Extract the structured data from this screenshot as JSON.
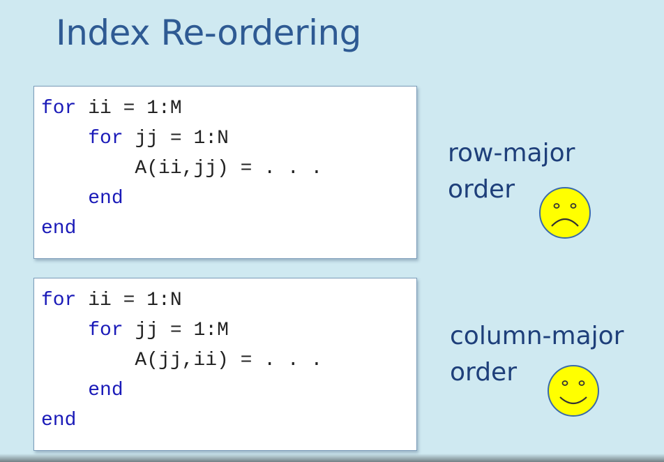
{
  "slide": {
    "title": "Index Re-ordering",
    "blocks": [
      {
        "lines": [
          {
            "indent": "",
            "kw": "for",
            "text": " ii = 1:M"
          },
          {
            "indent": "    ",
            "kw": "for",
            "text": " jj = 1:N"
          },
          {
            "indent": "        ",
            "kw": "",
            "text": "A(ii,jj) = . . ."
          },
          {
            "indent": "    ",
            "kw": "end",
            "text": ""
          },
          {
            "indent": "",
            "kw": "end",
            "text": ""
          }
        ],
        "label_line1": "row-major",
        "label_line2": "order",
        "face_icon": "sad-face-icon"
      },
      {
        "lines": [
          {
            "indent": "",
            "kw": "for",
            "text": " ii = 1:N"
          },
          {
            "indent": "    ",
            "kw": "for",
            "text": " jj = 1:M"
          },
          {
            "indent": "        ",
            "kw": "",
            "text": "A(jj,ii) = . . ."
          },
          {
            "indent": "    ",
            "kw": "end",
            "text": ""
          },
          {
            "indent": "",
            "kw": "end",
            "text": ""
          }
        ],
        "label_line1": "column-major",
        "label_line2": "order",
        "face_icon": "happy-face-icon"
      }
    ],
    "colors": {
      "background": "#cfe9f1",
      "title": "#2e5a93",
      "keyword": "#1a1ab8",
      "label": "#1e3f7a",
      "face_fill": "#ffff00"
    }
  }
}
